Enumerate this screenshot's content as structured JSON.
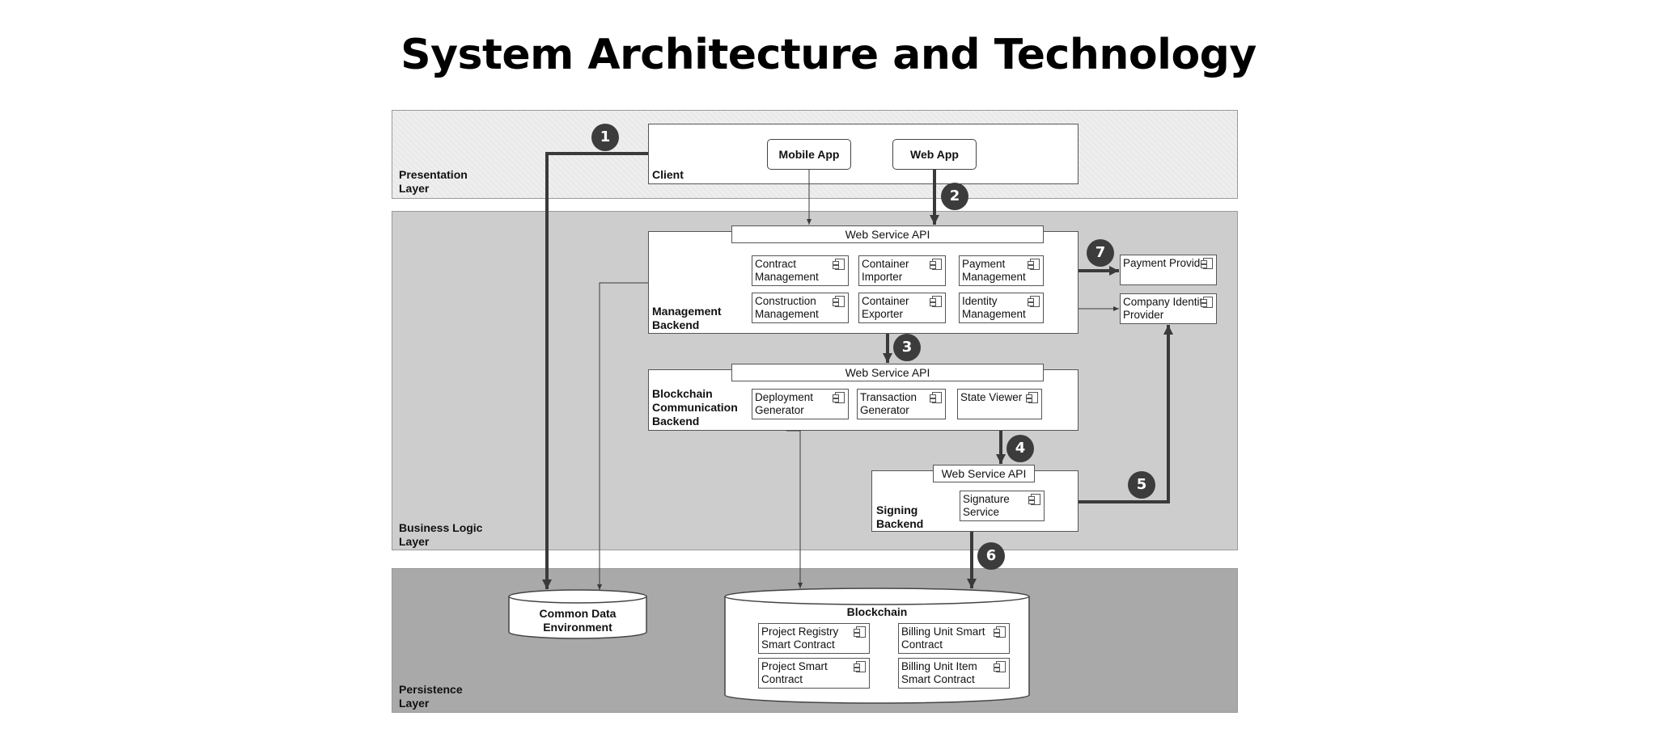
{
  "title": "System Architecture and Technology",
  "layers": {
    "presentation": "Presentation Layer",
    "business": "Business Logic Layer",
    "persistence": "Persistence Layer"
  },
  "client": {
    "label": "Client",
    "mobile_app": "Mobile App",
    "web_app": "Web App"
  },
  "management_backend": {
    "label": "Management Backend",
    "api": "Web Service API",
    "components": [
      "Contract Management",
      "Container Importer",
      "Payment Management",
      "Construction Management",
      "Container Exporter",
      "Identity Management"
    ]
  },
  "blockchain_backend": {
    "label": "Blockchain Communication Backend",
    "api": "Web Service API",
    "components": [
      "Deployment Generator",
      "Transaction Generator",
      "State Viewer"
    ]
  },
  "signing_backend": {
    "label": "Signing Backend",
    "api": "Web Service API",
    "components": [
      "Signature Service"
    ]
  },
  "external": {
    "payment_provider": "Payment Provider",
    "identity_provider": "Company Identity Provider"
  },
  "common_data": "Common Data Environment",
  "blockchain": {
    "label": "Blockchain",
    "contracts": [
      "Project Registry Smart Contract",
      "Billing Unit Smart Contract",
      "Project Smart Contract",
      "Billing Unit Item Smart Contract"
    ]
  },
  "steps": [
    "1",
    "2",
    "3",
    "4",
    "5",
    "6",
    "7"
  ],
  "colors": {
    "presentation_layer": "#eeeeee",
    "business_layer": "#cdcdcd",
    "persistence_layer": "#a9a9a9",
    "badge": "#3c3c3c",
    "arrow": "#3a3a3a"
  }
}
